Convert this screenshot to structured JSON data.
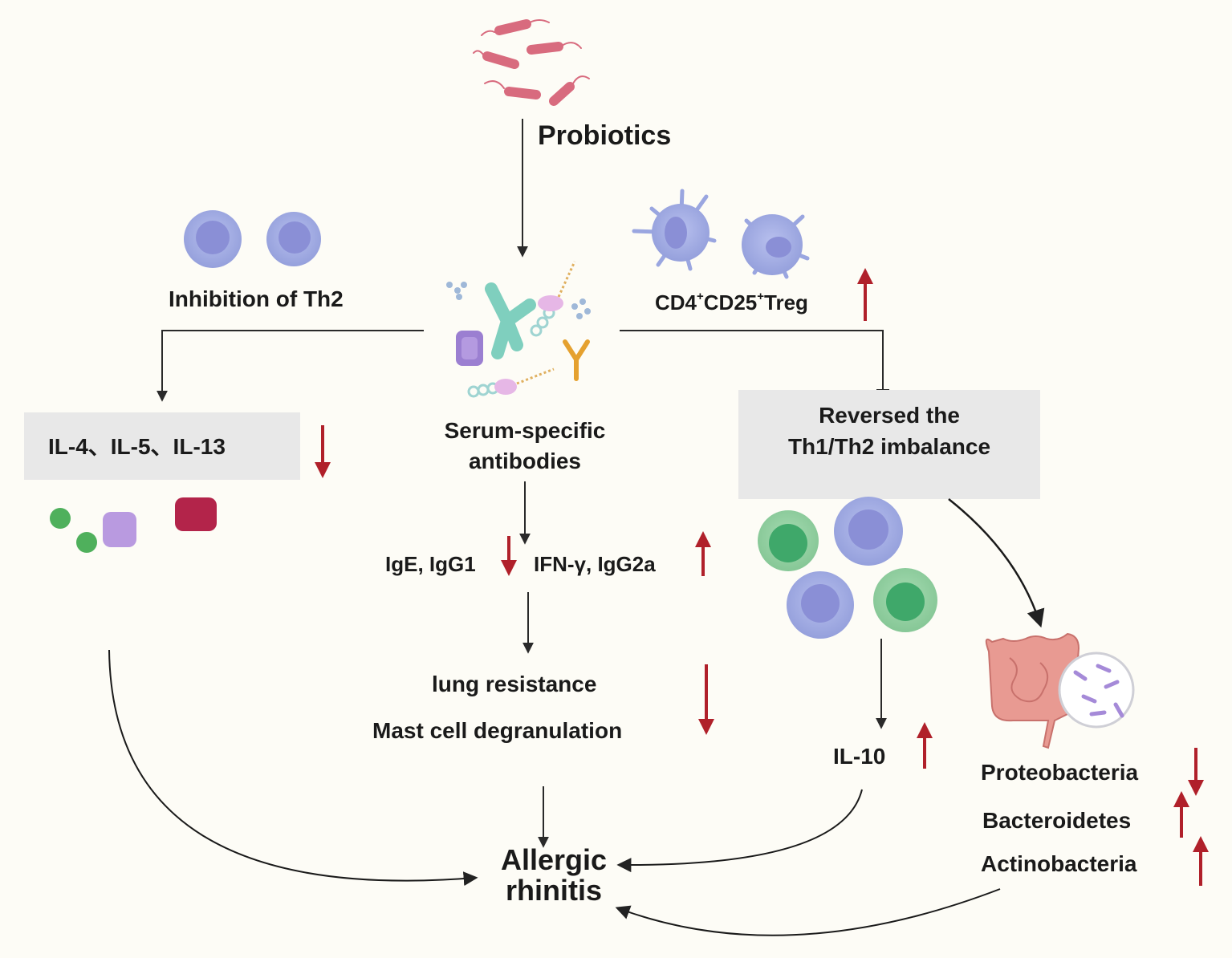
{
  "title": "Probiotics",
  "branches": {
    "th2": {
      "label": "Inhibition of Th2",
      "cytokines": "IL-4、IL-5、IL-13"
    },
    "center": {
      "antibodies_line1": "Serum-specific",
      "antibodies_line2": "antibodies",
      "down_markers": "IgE, IgG1",
      "up_markers": "IFN-γ, IgG2a",
      "outcome1": "lung resistance",
      "outcome2": "Mast cell degranulation"
    },
    "treg": {
      "label_main": "CD4",
      "label_sup1": "+",
      "label_mid": "CD25",
      "label_sup2": "+",
      "label_end": "Treg"
    },
    "balance": {
      "line1": "Reversed the",
      "line2": "Th1/Th2 imbalance",
      "il10": "IL-10"
    },
    "microbiota": [
      {
        "name": "Proteobacteria",
        "direction": "down"
      },
      {
        "name": "Bacteroidetes",
        "direction": "up"
      },
      {
        "name": "Actinobacteria",
        "direction": "up"
      }
    ]
  },
  "outcome": {
    "line1": "Allergic",
    "line2": "rhinitis"
  },
  "colors": {
    "arrow_red": "#b0202a",
    "arrow_dark": "#2a2a2a",
    "box_fill": "#e8e8e8",
    "th2_cell": "#9aa6e0",
    "th1_cell": "#8fcf9f",
    "bacteria": "#d86b7e",
    "background": "#fdfcf6"
  }
}
